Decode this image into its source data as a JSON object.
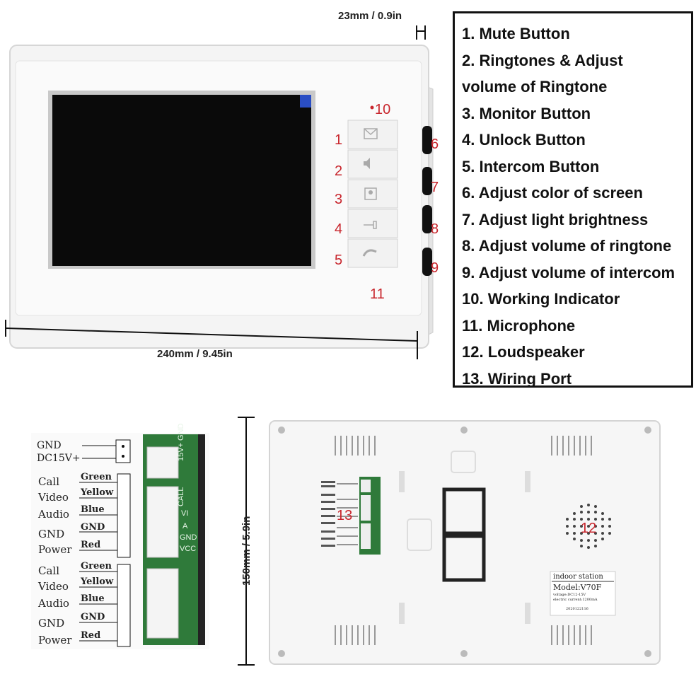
{
  "dimensions": {
    "depth": "23mm / 0.9in",
    "width": "240mm / 9.45in",
    "height": "150mm / 5.9in"
  },
  "legend": [
    "1. Mute Button",
    "2. Ringtones & Adjust",
    "volume of Ringtone",
    "3. Monitor Button",
    "4. Unlock Button",
    "5. Intercom Button",
    "6. Adjust color of screen",
    "7. Adjust light brightness",
    "8. Adjust volume of ringtone",
    "9. Adjust volume of intercom",
    "10. Working Indicator",
    "11. Microphone",
    "12. Loudspeaker",
    "13. Wiring Port"
  ],
  "front_numbers": [
    "1",
    "2",
    "3",
    "4",
    "5",
    "6",
    "7",
    "8",
    "9",
    "10",
    "11"
  ],
  "back_numbers": {
    "speaker": "12",
    "port": "13"
  },
  "wiring": {
    "power": [
      "GND",
      "DC15V+"
    ],
    "group1": [
      {
        "label": "Call",
        "wire": "Green"
      },
      {
        "label": "Video",
        "wire": "Yellow"
      },
      {
        "label": "Audio",
        "wire": "Blue"
      },
      {
        "label": "GND",
        "wire": "GND"
      },
      {
        "label": "Power",
        "wire": "Red"
      }
    ],
    "group2": [
      {
        "label": "Call",
        "wire": "Green"
      },
      {
        "label": "Video",
        "wire": "Yellow"
      },
      {
        "label": "Audio",
        "wire": "Blue"
      },
      {
        "label": "GND",
        "wire": "GND"
      },
      {
        "label": "Power",
        "wire": "Red"
      }
    ],
    "pcb_labels": [
      "15V+ GND",
      "CALL",
      "VI",
      "A",
      "GND",
      "VCC"
    ]
  },
  "nameplate": {
    "line1": "indoor station",
    "line2": "Model:V70F",
    "line3": "voltage:DC12-15V",
    "line4": "electric current:1200mA",
    "line5": "2020122116"
  },
  "colors": {
    "number_red": "#c8262d",
    "pcb_green": "#2f7a3a"
  }
}
